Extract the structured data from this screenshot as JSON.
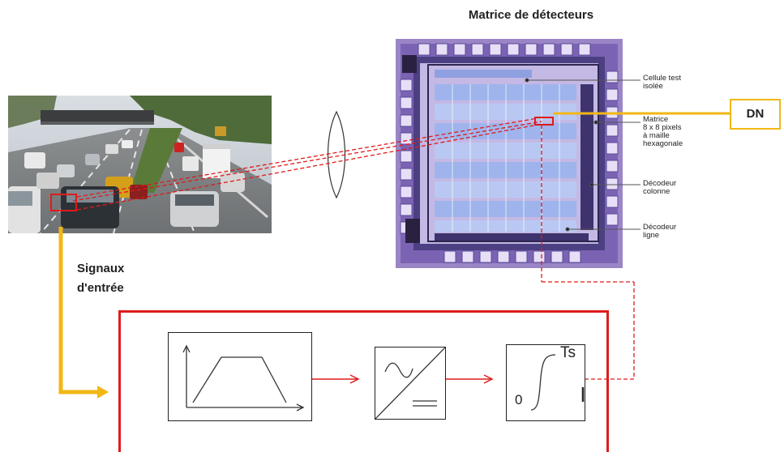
{
  "title": "Matrice de détecteurs",
  "chip_labels": {
    "test_cell": [
      "Cellule test",
      "isolée"
    ],
    "matrix": [
      "Matrice",
      "8 x 8 pixels",
      "à maille",
      "hexagonale"
    ],
    "column_decoder": [
      "Décodeur",
      "colonne"
    ],
    "row_decoder": [
      "Décodeur",
      "ligne"
    ]
  },
  "output_label": "DN",
  "input_label": [
    "Signaux",
    "d'entrée"
  ],
  "step_function": {
    "top_label": "Ts",
    "bottom_label": "0"
  },
  "colors": {
    "yellow_arrow": "#f2b715",
    "red": "#e01b1b",
    "chip_purple": "#7a5ab8"
  }
}
